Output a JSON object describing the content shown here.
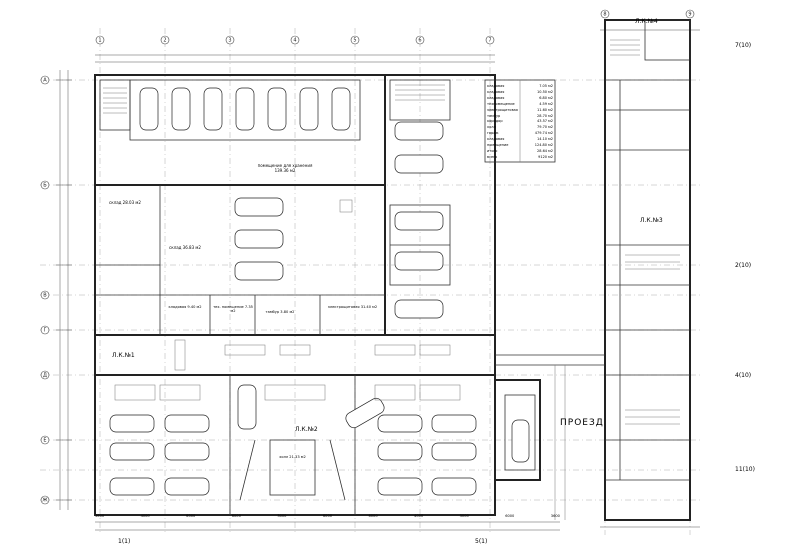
{
  "drawing": {
    "road_label": "ПРОЕЗД",
    "stair_labels": [
      "Л.К.№1",
      "Л.К.№2",
      "Л.К.№3",
      "Л.К.№4"
    ],
    "grid_bottom": [
      "1(1)",
      "5(1)"
    ],
    "grid_right": [
      "7(10)",
      "2(10)",
      "4(10)",
      "11(10)"
    ],
    "room_labels": [
      "помещение для хранения 139.36 м2",
      "склад 28.03 м2",
      "склад 36.83 м2",
      "тех. помещение 7.35 м2",
      "электрощитовая 31.40 м2",
      "тамбур 3.80 м2",
      "кладовая 9.40 м2",
      "холл 21.33 м2"
    ],
    "area_table": [
      {
        "name": "кладовая",
        "value": "7.05 м2"
      },
      {
        "name": "кладовая",
        "value": "10.50 м2"
      },
      {
        "name": "кладовая",
        "value": "6.80 м2"
      },
      {
        "name": "техпомещение",
        "value": "4.59 м2"
      },
      {
        "name": "электрощитовая",
        "value": "11.60 м2"
      },
      {
        "name": "тамбур",
        "value": "28.70 м2"
      },
      {
        "name": "коридор",
        "value": "43.57 м2"
      },
      {
        "name": "холл",
        "value": "79.70 м2"
      },
      {
        "name": "гараж",
        "value": "479.74 м2"
      },
      {
        "name": "кладовая",
        "value": "14.10 м2"
      },
      {
        "name": "помещение",
        "value": "124.80 м2"
      },
      {
        "name": "итого",
        "value": "28.64 м2"
      },
      {
        "name": "всего",
        "value": "9120 м2"
      }
    ],
    "dims_bottom": [
      "3600",
      "4000",
      "6000",
      "6000",
      "3000",
      "6000",
      "6000",
      "4000",
      "3000",
      "6000",
      "3600"
    ]
  }
}
